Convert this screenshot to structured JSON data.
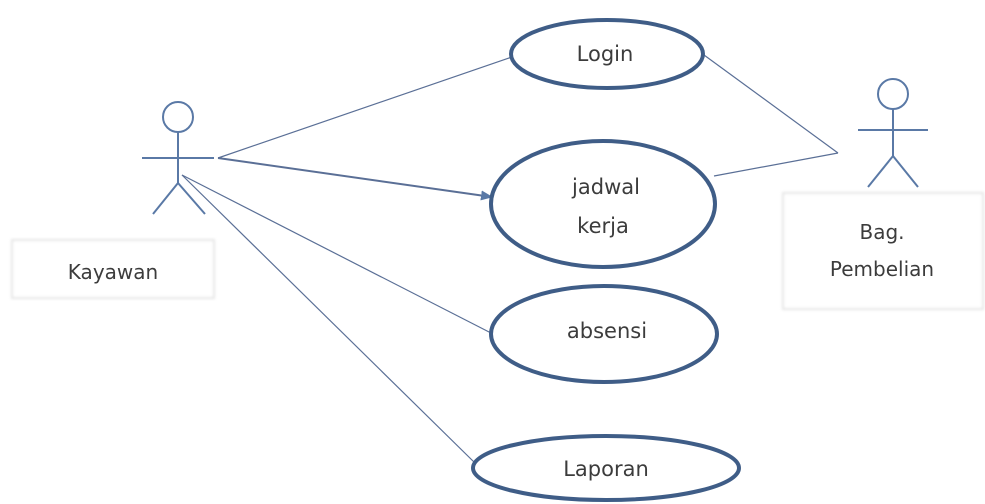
{
  "actors": {
    "left": {
      "label": "Kayawan"
    },
    "right": {
      "label_line1": "Bag.",
      "label_line2": "Pembelian"
    }
  },
  "use_cases": {
    "login": {
      "label": "Login"
    },
    "jadwal": {
      "label_line1": "jadwal",
      "label_line2": "kerja"
    },
    "absensi": {
      "label": "absensi"
    },
    "laporan": {
      "label": "Laporan"
    }
  },
  "colors": {
    "ellipse_stroke": "#3f5d87",
    "actor_stroke": "#5a79a6",
    "line": "#5a6f96",
    "text": "#3c3c3c"
  }
}
